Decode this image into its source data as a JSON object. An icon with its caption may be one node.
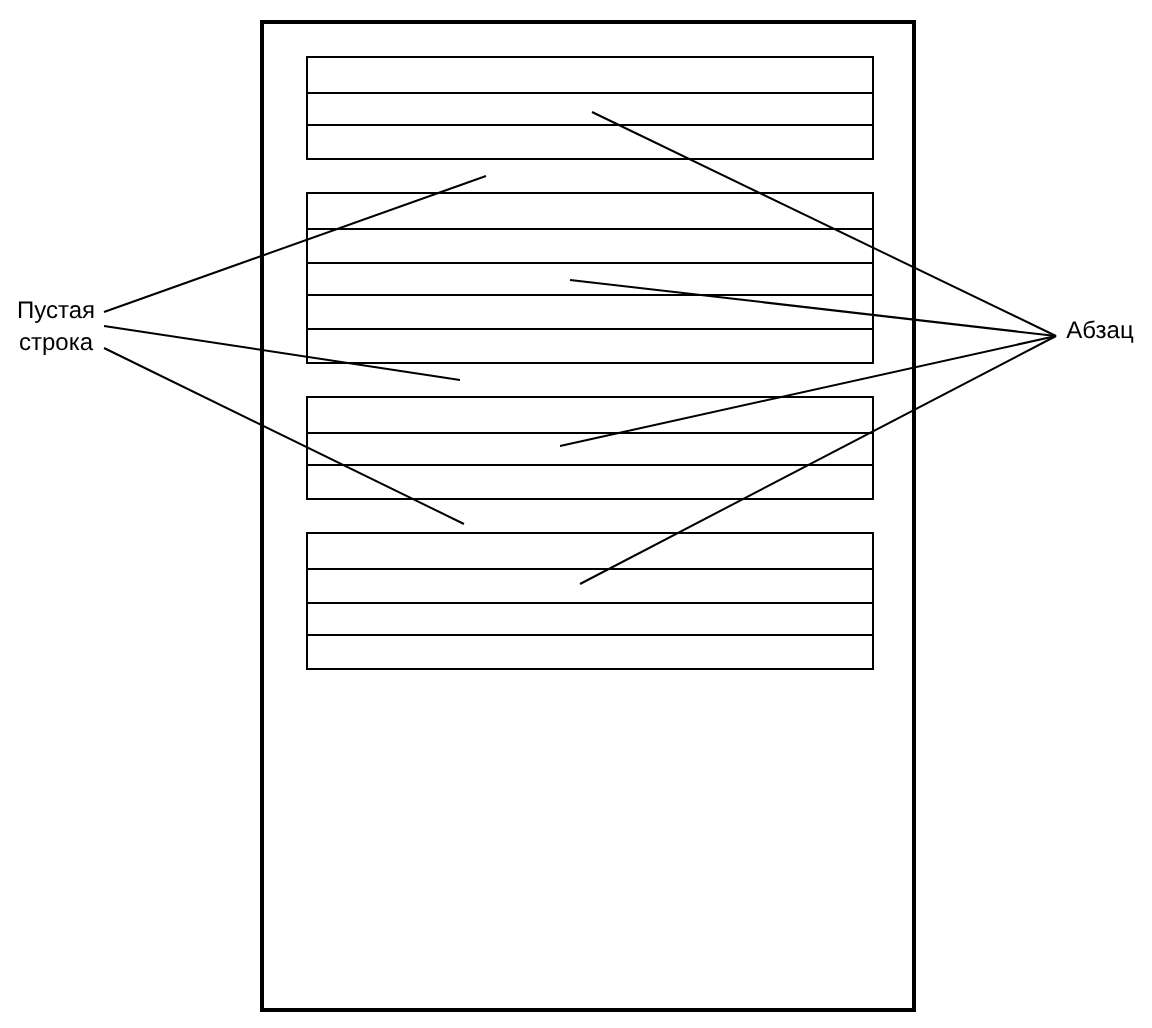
{
  "diagram": {
    "nodes": [
      {
        "text": [],
        "shape": "box"
      },
      {
        "text": [],
        "shape": "box",
        "in": 0
      },
      {
        "text": [],
        "shape": "box",
        "in": 0
      },
      {
        "text": [],
        "shape": "box",
        "in": 0
      },
      {
        "text": [],
        "shape": "box",
        "in": 0
      },
      {
        "text": [
          "Пустая строка"
        ]
      },
      {
        "text": [
          "Абзац"
        ]
      }
    ],
    "edges": [
      {
        "from": 5,
        "to": 0,
        "arrow": "none"
      },
      {
        "from": 5,
        "to": 0,
        "arrow": "none"
      },
      {
        "from": 5,
        "to": 0,
        "arrow": "none"
      },
      {
        "from": 6,
        "to": 1,
        "arrow": "none"
      },
      {
        "from": 6,
        "to": 2,
        "arrow": "none"
      },
      {
        "from": 6,
        "to": 3,
        "arrow": "none"
      },
      {
        "from": 6,
        "to": 4,
        "arrow": "none"
      }
    ]
  }
}
